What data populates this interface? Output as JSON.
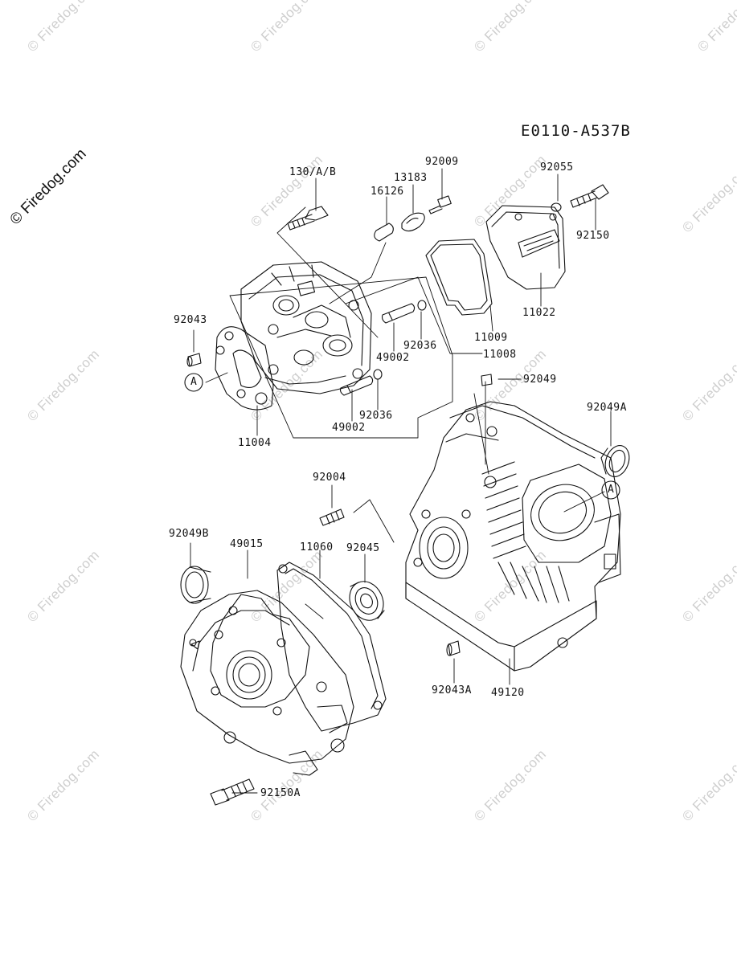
{
  "watermark": {
    "main": "© Firedog.com",
    "tile": "© Firedog.com"
  },
  "diagram": {
    "code": "E0110-A537B",
    "callout_a": "A"
  },
  "parts": {
    "p130AB": "130/A/B",
    "p16126": "16126",
    "p13183": "13183",
    "p92009": "92009",
    "p92055": "92055",
    "p92150": "92150",
    "p11022": "11022",
    "p11009": "11009",
    "p11008": "11008",
    "p92036a": "92036",
    "p49002a": "49002",
    "p92043": "92043",
    "p11004": "11004",
    "p92036b": "92036",
    "p49002b": "49002",
    "p92049": "92049",
    "p92049A": "92049A",
    "p92004": "92004",
    "p92049B": "92049B",
    "p49015": "49015",
    "p11060": "11060",
    "p92045": "92045",
    "p92043A": "92043A",
    "p49120": "49120",
    "p92150A": "92150A"
  }
}
